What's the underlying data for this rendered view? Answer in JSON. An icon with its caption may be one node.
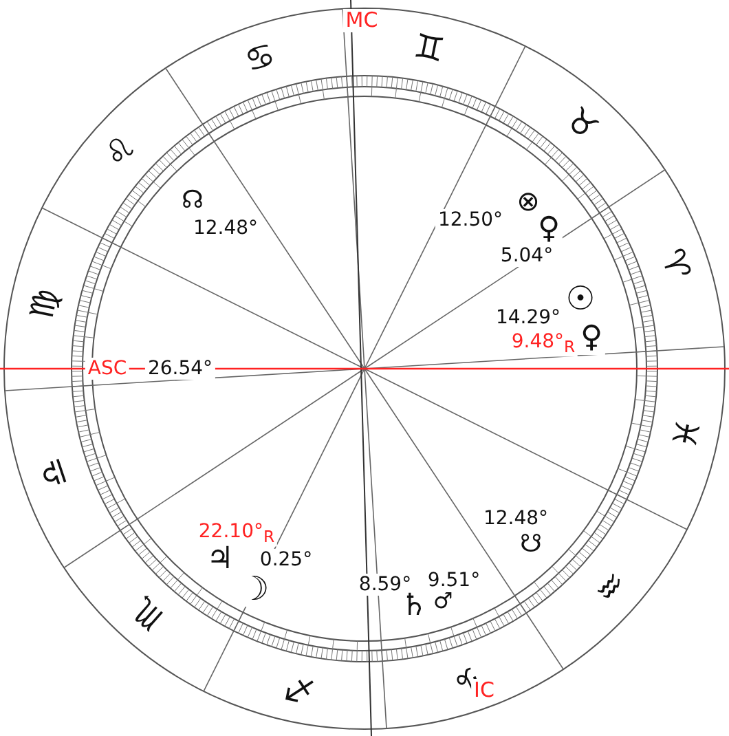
{
  "diagram": {
    "labels": [
      "MC",
      "♋",
      "♊",
      "♌",
      "♉",
      "☊",
      "12.48°",
      "⊗",
      "12.50°",
      "♀",
      "5.04°",
      "♍",
      "♈",
      "☉",
      "14.29°",
      "9.48°$_{R}$",
      "♀",
      "ASC",
      "26.54°",
      "♓",
      "♎",
      "12.48°",
      "☋",
      "22.10°$_{R}$",
      "♃",
      "0.25°",
      "♏",
      "8.59°",
      "9.51°",
      "♄",
      "♂",
      "☽",
      "♒",
      "♐",
      "♑",
      "IC"
    ]
  }
}
